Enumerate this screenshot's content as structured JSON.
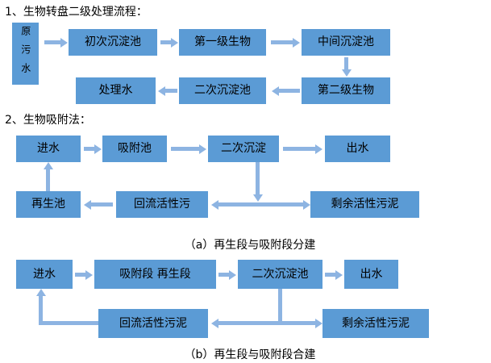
{
  "colors": {
    "box_fill": "#5B9BD5",
    "arrow": "#8DB4E2",
    "text": "#000000",
    "background": "#FFFFFF"
  },
  "section1": {
    "title": "1、生物转盘二级处理流程：",
    "boxes": {
      "raw_water": "原污水",
      "primary_sed": "初次沉淀池",
      "stage1_bio": "第一级生物",
      "middle_sed": "中间沉淀池",
      "treated_water": "处理水",
      "secondary_sed": "二次沉淀池",
      "stage2_bio": "第二级生物"
    }
  },
  "section2": {
    "title": "2、生物吸附法：",
    "diagram_a": {
      "caption": "（a）再生段与吸附段分建",
      "boxes": {
        "inflow": "进水",
        "adsorption_tank": "吸附池",
        "secondary_sed": "二次沉淀",
        "outflow": "出水",
        "regen_tank": "再生池",
        "return_sludge": "回流活性污",
        "excess_sludge": "剩余活性污泥"
      }
    },
    "diagram_b": {
      "caption": "（b）再生段与吸附段合建",
      "boxes": {
        "inflow": "进水",
        "adsorption_regen": "吸附段  再生段",
        "secondary_sed": "二次沉淀池",
        "outflow": "出水",
        "return_sludge": "回流活性污泥",
        "excess_sludge": "剩余活性污泥"
      }
    }
  }
}
